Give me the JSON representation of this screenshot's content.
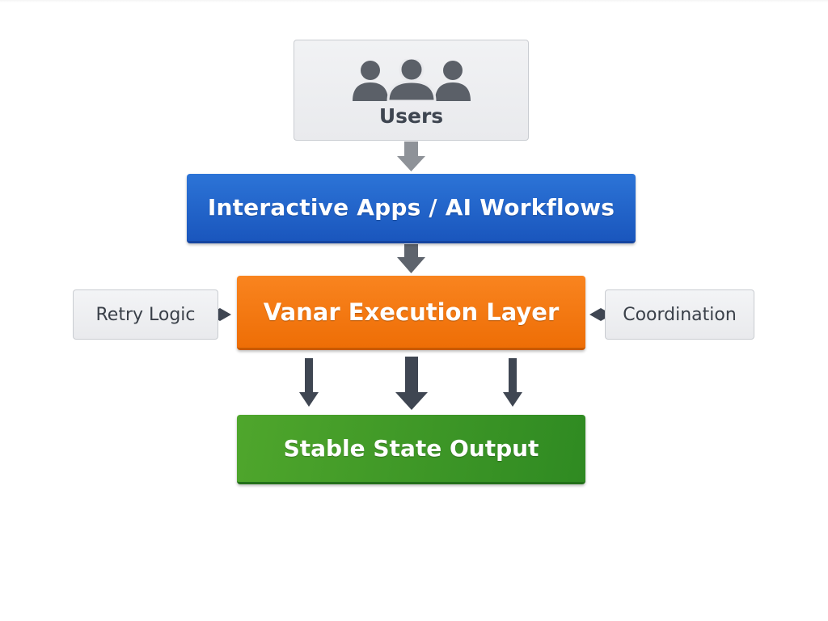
{
  "diagram": {
    "nodes": {
      "users": {
        "label": "Users",
        "icon": "users-group-icon"
      },
      "apps": {
        "label": "Interactive Apps / AI Workflows"
      },
      "vanar": {
        "label": "Vanar Execution Layer"
      },
      "retry": {
        "label": "Retry Logic"
      },
      "coordination": {
        "label": "Coordination"
      },
      "stable": {
        "label": "Stable State Output"
      }
    },
    "edges": [
      {
        "from": "users",
        "to": "apps"
      },
      {
        "from": "apps",
        "to": "vanar"
      },
      {
        "from": "retry",
        "to": "vanar"
      },
      {
        "from": "coordination",
        "to": "vanar"
      },
      {
        "from": "vanar",
        "to": "stable"
      },
      {
        "from": "vanar",
        "to": "stable"
      },
      {
        "from": "vanar",
        "to": "stable"
      }
    ],
    "colors": {
      "apps": "#1f63cb",
      "vanar": "#f37a12",
      "stable": "#3f9a27",
      "neutral_box": "#eceef1",
      "arrow_light": "#8e9298",
      "arrow_dark": "#3f4652"
    }
  }
}
